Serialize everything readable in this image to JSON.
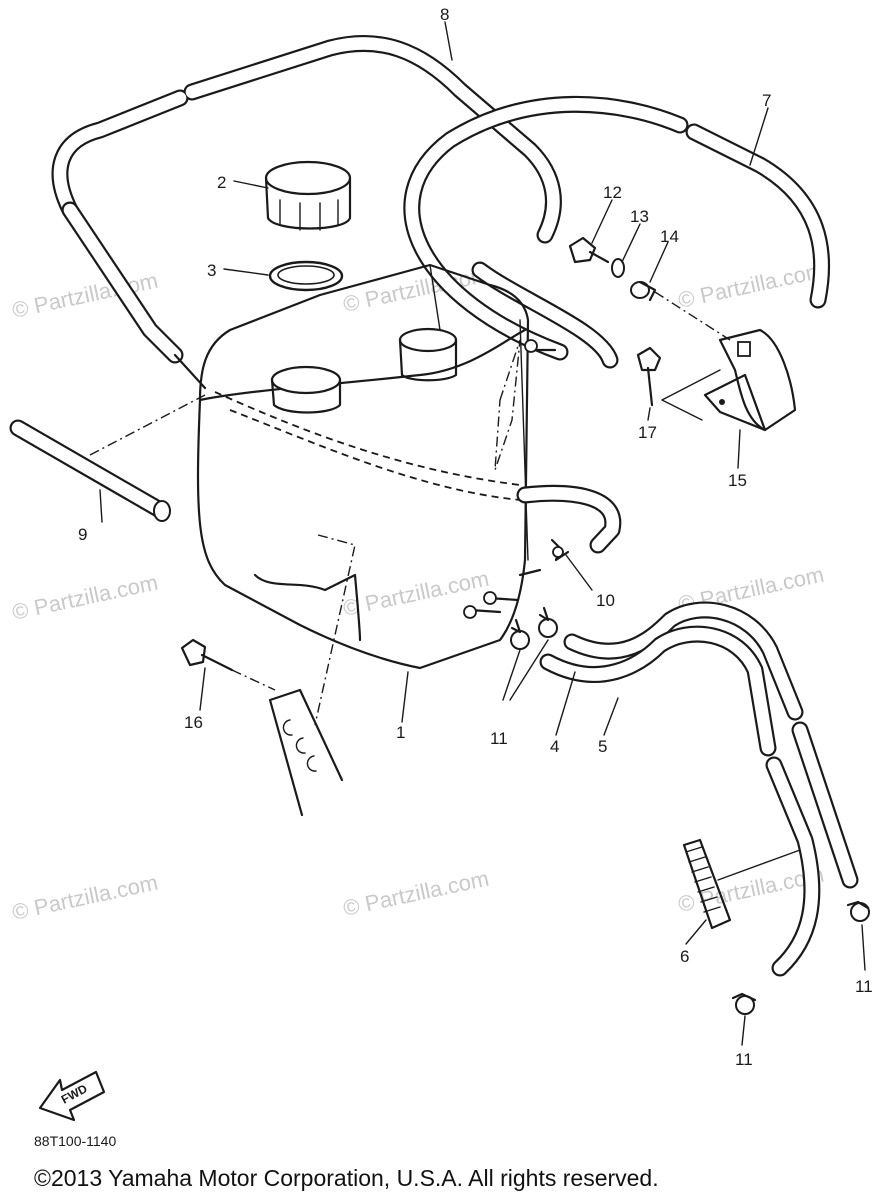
{
  "watermark": "© Partzilla.com",
  "callouts": {
    "c1": "1",
    "c2": "2",
    "c3": "3",
    "c4": "4",
    "c5": "5",
    "c6": "6",
    "c7": "7",
    "c8": "8",
    "c9": "9",
    "c10": "10",
    "c11a": "11",
    "c11b": "11",
    "c11c": "11",
    "c12": "12",
    "c13": "13",
    "c14": "14",
    "c15": "15",
    "c16": "16",
    "c17": "17"
  },
  "fwd_label": "FWD",
  "diagram_code": "88T100-1140",
  "copyright": "©2013 Yamaha Motor Corporation, U.S.A. All rights reserved."
}
